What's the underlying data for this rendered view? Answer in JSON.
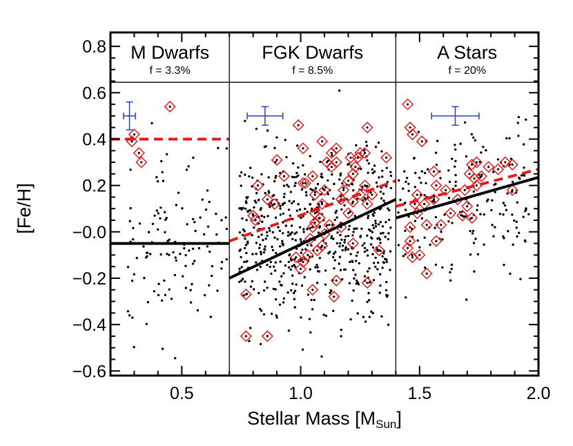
{
  "chart_data": {
    "type": "scatter",
    "xlabel": "Stellar Mass [M",
    "xlabel_sub": "Sun",
    "xlabel_close": "]",
    "ylabel": "[Fe/H]",
    "xlim": [
      0.2,
      2.0
    ],
    "ylim": [
      -0.62,
      0.86
    ],
    "x_ticks": [
      0.5,
      1.0,
      1.5,
      2.0
    ],
    "x_tick_labels": [
      "0.5",
      "1.0",
      "1.5",
      "2.0"
    ],
    "y_ticks": [
      -0.6,
      -0.4,
      -0.2,
      0.0,
      0.2,
      0.4,
      0.6,
      0.8
    ],
    "y_tick_labels": [
      "−0.6",
      "−0.4",
      "−0.2",
      "−0.0",
      "0.2",
      "0.4",
      "0.6",
      "0.8"
    ],
    "header_line_y": 0.645,
    "panel_dividers": [
      0.7,
      1.4
    ],
    "panels": [
      {
        "title": "M Dwarfs",
        "subtitle": "f = 3.3%",
        "x_center": 0.45
      },
      {
        "title": "FGK Dwarfs",
        "subtitle": "f = 8.5%",
        "x_center": 1.05
      },
      {
        "title": "A Stars",
        "subtitle": "f = 20%",
        "x_center": 1.7
      }
    ],
    "colors": {
      "points": "#000000",
      "planet_hosts": "#e8191b",
      "error_bars": "#1f3fd9",
      "fit_all": "#000000",
      "fit_hosts": "#e8191b"
    },
    "fit_lines": [
      {
        "style": "solid",
        "color": "#000000",
        "x": [
          0.2,
          0.7
        ],
        "y": [
          -0.05,
          -0.05
        ]
      },
      {
        "style": "dashed",
        "color": "#e8191b",
        "x": [
          0.2,
          0.7
        ],
        "y": [
          0.4,
          0.4
        ]
      },
      {
        "style": "solid",
        "color": "#000000",
        "x": [
          0.7,
          1.4
        ],
        "y": [
          -0.2,
          0.14
        ]
      },
      {
        "style": "dashed",
        "color": "#e8191b",
        "x": [
          0.7,
          1.4
        ],
        "y": [
          -0.04,
          0.22
        ]
      },
      {
        "style": "solid",
        "color": "#000000",
        "x": [
          1.4,
          2.0
        ],
        "y": [
          0.06,
          0.235
        ]
      },
      {
        "style": "dashed",
        "color": "#e8191b",
        "x": [
          1.4,
          2.0
        ],
        "y": [
          0.11,
          0.27
        ]
      }
    ],
    "error_bars": [
      {
        "x": 0.28,
        "y": 0.5,
        "xerr": 0.025,
        "yerr": 0.06
      },
      {
        "x": 0.85,
        "y": 0.5,
        "xerr": 0.075,
        "yerr": 0.04
      },
      {
        "x": 1.65,
        "y": 0.5,
        "xerr": 0.1,
        "yerr": 0.04
      }
    ],
    "planet_hosts": [
      [
        0.45,
        0.54
      ],
      [
        0.3,
        0.42
      ],
      [
        0.29,
        0.39
      ],
      [
        0.32,
        0.34
      ],
      [
        0.33,
        0.3
      ],
      [
        0.99,
        0.46
      ],
      [
        1.28,
        0.45
      ],
      [
        1.09,
        0.39
      ],
      [
        1.01,
        0.36
      ],
      [
        1.15,
        0.36
      ],
      [
        1.13,
        0.34
      ],
      [
        1.25,
        0.34
      ],
      [
        1.27,
        0.34
      ],
      [
        1.21,
        0.32
      ],
      [
        1.24,
        0.32
      ],
      [
        1.36,
        0.32
      ],
      [
        0.9,
        0.31
      ],
      [
        1.11,
        0.3
      ],
      [
        1.15,
        0.3
      ],
      [
        1.13,
        0.28
      ],
      [
        1.23,
        0.28
      ],
      [
        1.22,
        0.25
      ],
      [
        0.93,
        0.24
      ],
      [
        1.05,
        0.24
      ],
      [
        1.2,
        0.22
      ],
      [
        1.01,
        0.21
      ],
      [
        1.02,
        0.21
      ],
      [
        1.27,
        0.2
      ],
      [
        0.82,
        0.2
      ],
      [
        1.1,
        0.18
      ],
      [
        1.18,
        0.18
      ],
      [
        0.86,
        0.14
      ],
      [
        1.06,
        0.16
      ],
      [
        1.25,
        0.16
      ],
      [
        1.3,
        0.16
      ],
      [
        1.17,
        0.14
      ],
      [
        1.22,
        0.13
      ],
      [
        0.89,
        0.12
      ],
      [
        1.09,
        0.12
      ],
      [
        1.28,
        0.12
      ],
      [
        1.06,
        0.08
      ],
      [
        1.2,
        0.08
      ],
      [
        0.8,
        0.07
      ],
      [
        1.08,
        0.06
      ],
      [
        0.81,
        0.05
      ],
      [
        1.06,
        0.04
      ],
      [
        1.12,
        0.03
      ],
      [
        1.05,
        0.02
      ],
      [
        1.17,
        0.02
      ],
      [
        1.1,
        -0.01
      ],
      [
        1.04,
        -0.03
      ],
      [
        1.22,
        -0.05
      ],
      [
        1.09,
        -0.06
      ],
      [
        1.07,
        -0.08
      ],
      [
        1.33,
        -0.08
      ],
      [
        1.03,
        -0.1
      ],
      [
        0.98,
        -0.11
      ],
      [
        1.01,
        -0.13
      ],
      [
        1.0,
        -0.16
      ],
      [
        1.15,
        -0.21
      ],
      [
        1.28,
        -0.22
      ],
      [
        1.05,
        -0.25
      ],
      [
        0.77,
        -0.27
      ],
      [
        1.14,
        -0.28
      ],
      [
        0.77,
        -0.45
      ],
      [
        0.86,
        -0.45
      ],
      [
        1.45,
        0.55
      ],
      [
        1.46,
        0.45
      ],
      [
        1.47,
        0.42
      ],
      [
        1.51,
        0.39
      ],
      [
        1.56,
        0.26
      ],
      [
        1.74,
        0.3
      ],
      [
        1.72,
        0.29
      ],
      [
        1.86,
        0.3
      ],
      [
        1.89,
        0.29
      ],
      [
        1.79,
        0.28
      ],
      [
        1.83,
        0.27
      ],
      [
        1.71,
        0.25
      ],
      [
        1.57,
        0.2
      ],
      [
        1.69,
        0.18
      ],
      [
        1.61,
        0.18
      ],
      [
        1.74,
        0.2
      ],
      [
        1.73,
        0.23
      ],
      [
        1.76,
        0.24
      ],
      [
        1.89,
        0.18
      ],
      [
        1.49,
        0.16
      ],
      [
        1.48,
        0.12
      ],
      [
        1.52,
        0.12
      ],
      [
        1.56,
        0.14
      ],
      [
        1.66,
        0.14
      ],
      [
        1.7,
        0.11
      ],
      [
        1.63,
        0.08
      ],
      [
        1.68,
        0.07
      ],
      [
        1.72,
        0.06
      ],
      [
        1.53,
        0.03
      ],
      [
        1.59,
        0.03
      ],
      [
        1.46,
        0.02
      ],
      [
        1.45,
        -0.07
      ],
      [
        1.47,
        -0.11
      ],
      [
        1.46,
        -0.04
      ],
      [
        1.57,
        -0.04
      ],
      [
        1.53,
        -0.18
      ],
      [
        1.5,
        -0.1
      ],
      [
        1.49,
        0.08
      ]
    ],
    "field_points_seed": 20231,
    "field_points_total": 900
  }
}
